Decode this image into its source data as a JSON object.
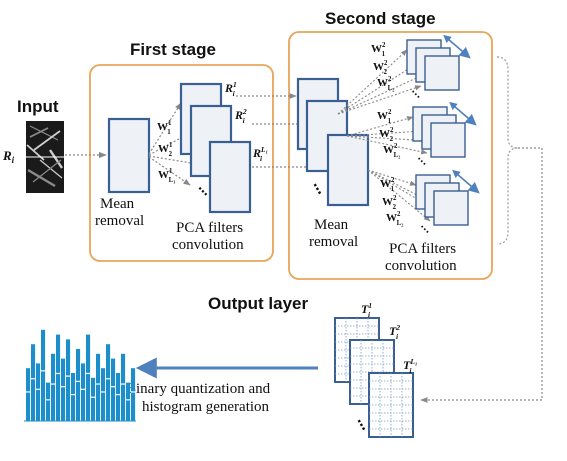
{
  "labels": {
    "input": "Input",
    "input_symbol": "R",
    "input_sub": "i",
    "first_stage": "First stage",
    "second_stage": "Second stage",
    "output_layer": "Output layer",
    "mean_removal_1": "Mean",
    "mean_removal_2": "removal",
    "pca_1": "PCA filters",
    "pca_2": "convolution",
    "binary_1": "Binary quantization and",
    "binary_2": "histogram generation",
    "dots": "⋯"
  },
  "stage1_filters": [
    {
      "sym": "W",
      "sub": "1",
      "sup": "1"
    },
    {
      "sym": "W",
      "sub": "2",
      "sup": "1"
    },
    {
      "sym": "W",
      "sub": "L₁",
      "sup": "1"
    }
  ],
  "stage1_outputs": [
    {
      "sym": "R",
      "sub": "i",
      "sup": "1"
    },
    {
      "sym": "R",
      "sub": "i",
      "sup": "2"
    },
    {
      "sym": "R",
      "sub": "i",
      "sup": "L₁"
    }
  ],
  "stage2_filters": [
    {
      "sym": "W",
      "sub": "1",
      "sup": "2"
    },
    {
      "sym": "W",
      "sub": "2",
      "sup": "2"
    },
    {
      "sym": "W",
      "sub": "L₂",
      "sup": "2"
    }
  ],
  "output_maps": [
    {
      "sym": "T",
      "sub": "i",
      "sup": "1"
    },
    {
      "sym": "T",
      "sub": "i",
      "sup": "2"
    },
    {
      "sym": "T",
      "sub": "i",
      "sup": "L₁"
    }
  ],
  "histogram": [
    0.55,
    0.8,
    0.6,
    0.95,
    0.4,
    0.7,
    0.9,
    0.65,
    0.85,
    0.5,
    0.75,
    0.6,
    0.9,
    0.45,
    0.7,
    0.55,
    0.8,
    0.65,
    0.5,
    0.7,
    0.4,
    0.55
  ],
  "colors": {
    "stage_border": "#E8A55A",
    "map_border": "#3A5F93",
    "map_fill": "#EEF1F6",
    "arrow": "#888888",
    "blue_arrow": "#4F81BD",
    "histogram": "#1D8ECC"
  }
}
